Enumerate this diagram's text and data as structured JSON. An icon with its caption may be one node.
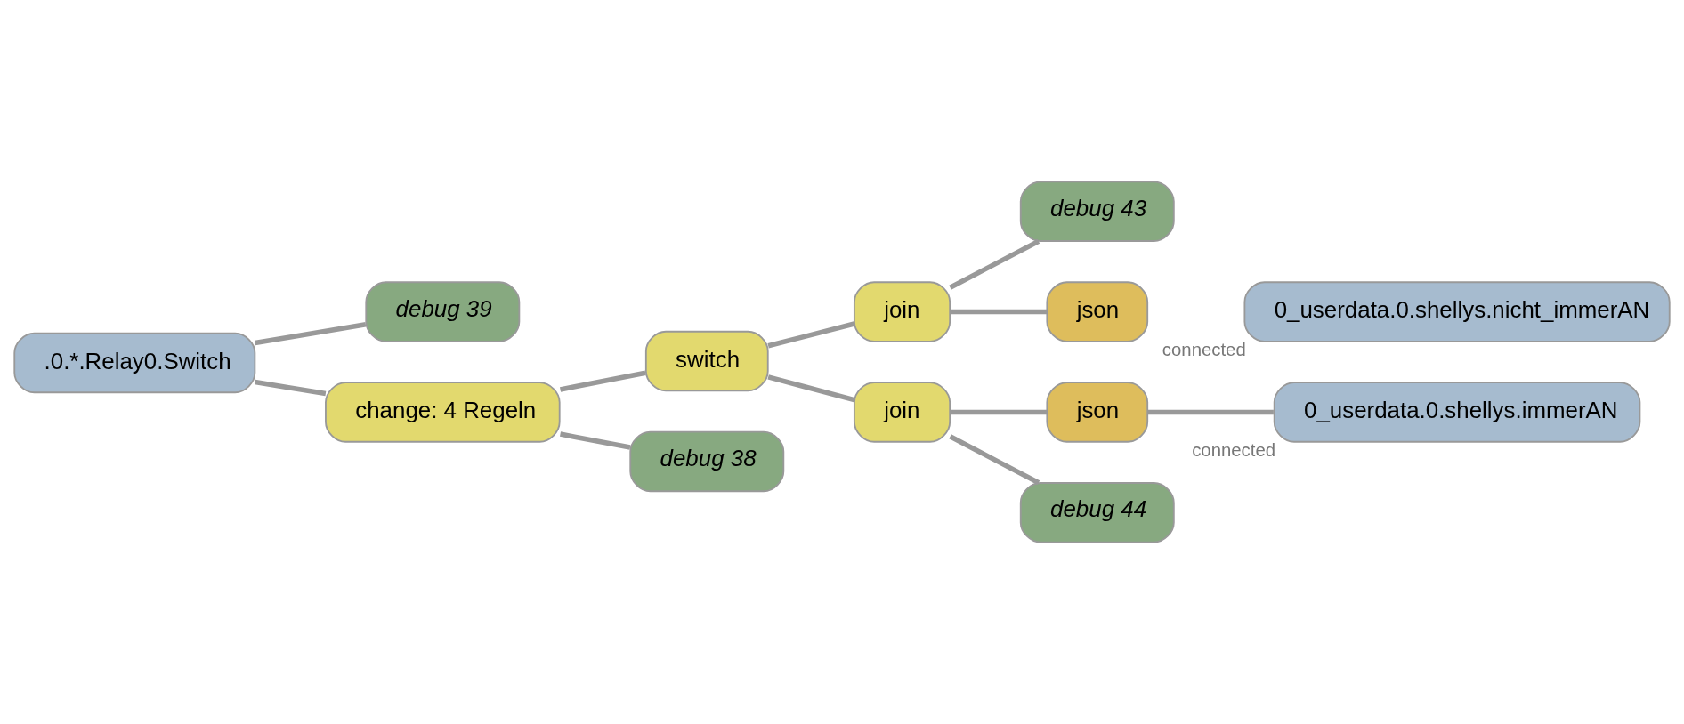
{
  "diagram": {
    "nodes": [
      {
        "text": [
          "debug 43"
        ]
      },
      {
        "text": [
          "join"
        ]
      },
      {
        "text": [
          "json"
        ]
      },
      {
        "text": [
          "0_userdata.0.shellys.nicht_immerAN"
        ],
        "beside": [
          "connected"
        ]
      },
      {
        "text": [
          "switch"
        ]
      },
      {
        "text": [
          "join"
        ]
      },
      {
        "text": [
          "json"
        ]
      },
      {
        "text": [
          "0_userdata.0.shellys.immerAN"
        ],
        "beside": [
          "connected"
        ]
      },
      {
        "text": [
          "debug 44"
        ]
      },
      {
        "text": [
          "debug 39"
        ]
      },
      {
        "text": [
          ".0.*.Relay0.Switch"
        ]
      },
      {
        "text": [
          "change: 4 Regeln"
        ]
      },
      {
        "text": [
          "debug 38"
        ]
      }
    ],
    "edges": [
      {
        "from": 4,
        "to": 1,
        "arrow": "none"
      },
      {
        "from": 4,
        "to": 5,
        "arrow": "none"
      },
      {
        "from": 1,
        "to": 0,
        "arrow": "none"
      },
      {
        "from": 1,
        "to": 2,
        "arrow": "none"
      },
      {
        "from": 5,
        "to": 6,
        "arrow": "none"
      },
      {
        "from": 6,
        "to": 7,
        "arrow": "none"
      },
      {
        "from": 5,
        "to": 8,
        "arrow": "none"
      },
      {
        "from": 10,
        "to": 9,
        "arrow": "none"
      },
      {
        "from": 10,
        "to": 11,
        "arrow": "none"
      },
      {
        "from": 11,
        "to": 4,
        "arrow": "none"
      },
      {
        "from": 11,
        "to": 12,
        "arrow": "none"
      }
    ]
  }
}
